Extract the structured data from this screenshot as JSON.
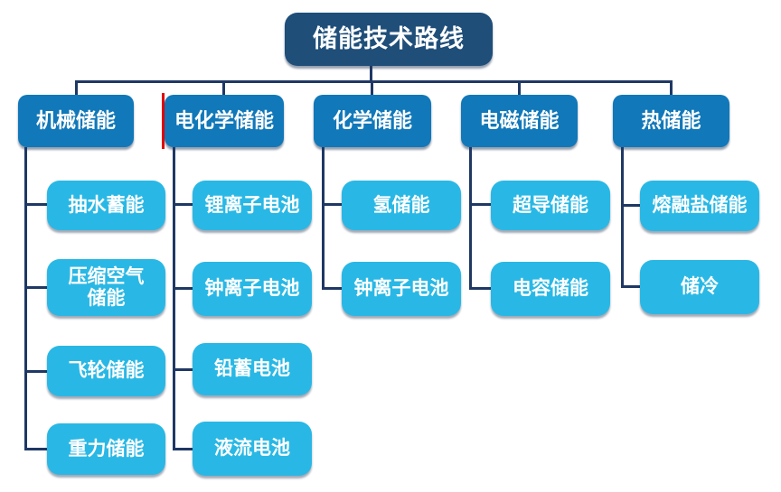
{
  "diagram": {
    "title": "储能技术路线",
    "colors": {
      "root_bg": "#1F4E79",
      "branch_bg": "#1178B9",
      "leaf_bg": "#29B8E5",
      "line": "#1F3864",
      "text": "#FFFFFF",
      "red_line": "#E00000"
    },
    "branches": [
      {
        "label": "机械储能",
        "children": [
          "抽水蓄能",
          "压缩空气\n储能",
          "飞轮储能",
          "重力储能"
        ]
      },
      {
        "label": "电化学储能",
        "children": [
          "锂离子电池",
          "钟离子电池",
          "铅蓄电池",
          "液流电池"
        ]
      },
      {
        "label": "化学储能",
        "children": [
          "氢储能",
          "钟离子电池"
        ]
      },
      {
        "label": "电磁储能",
        "children": [
          "超导储能",
          "电容储能"
        ]
      },
      {
        "label": "热储能",
        "children": [
          "熔融盐储能",
          "储冷"
        ]
      }
    ]
  }
}
